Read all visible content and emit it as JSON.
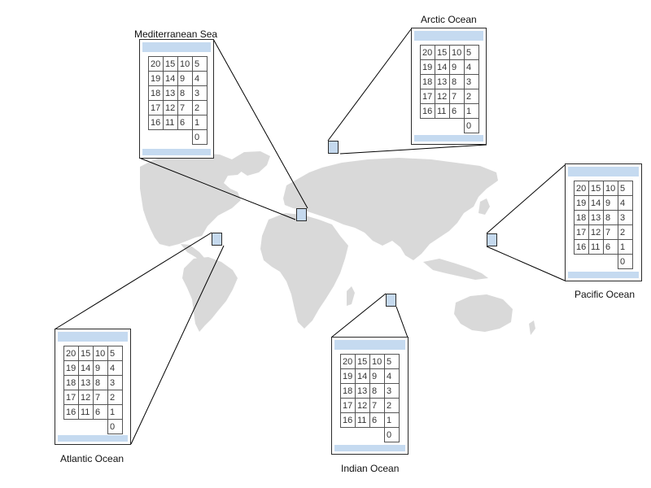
{
  "locations": [
    {
      "id": "mediterranean",
      "label": "Mediterranean Sea"
    },
    {
      "id": "arctic",
      "label": "Arctic Ocean"
    },
    {
      "id": "pacific",
      "label": "Pacific Ocean"
    },
    {
      "id": "atlantic",
      "label": "Atlantic Ocean"
    },
    {
      "id": "indian",
      "label": "Indian Ocean"
    }
  ],
  "grid": [
    [
      "20",
      "15",
      "10",
      "5"
    ],
    [
      "19",
      "14",
      "9",
      "4"
    ],
    [
      "18",
      "13",
      "8",
      "3"
    ],
    [
      "17",
      "12",
      "7",
      "2"
    ],
    [
      "16",
      "11",
      "6",
      "1"
    ],
    [
      "",
      "",
      "",
      "0"
    ]
  ],
  "colors": {
    "land": "#d9d9d9",
    "panel_band": "#c5daf0",
    "marker_fill": "#c5d9ee"
  }
}
